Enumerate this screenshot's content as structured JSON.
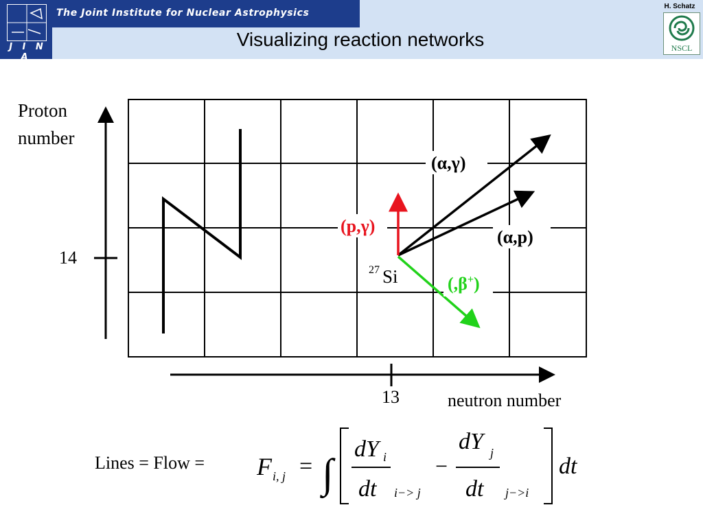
{
  "header": {
    "institute_name": "The Joint Institute for Nuclear Astrophysics",
    "jina_letters": "J I N A",
    "title": "Visualizing reaction networks",
    "author": "H. Schatz",
    "nscl_label": "NSCL",
    "colors": {
      "navy": "#1d3d8c",
      "band": "#d3e2f4",
      "nscl_green": "#1f7a4b"
    }
  },
  "diagram": {
    "y_axis_label_line1": "Proton",
    "y_axis_label_line2": "number",
    "x_axis_label": "neutron number",
    "y_tick": "14",
    "x_tick": "13",
    "nucleus_mass": "27",
    "nucleus_symbol": "Si",
    "reactions": {
      "alpha_gamma": {
        "label": "(α,γ)",
        "color": "#000000"
      },
      "alpha_p": {
        "label": "(α,p)",
        "color": "#000000"
      },
      "p_gamma": {
        "label": "(p,γ)",
        "color": "#e8141e"
      },
      "beta_plus_open": "(,",
      "beta_plus_beta": "β",
      "beta_plus_sup": "+",
      "beta_plus_close": ")",
      "beta_plus_color": "#21d21a"
    }
  },
  "formula": {
    "prefix": "Lines = Flow =",
    "F": "F",
    "F_sub": "i, j",
    "equals": "=",
    "integral": "∫",
    "dY": "dY",
    "Y_sub_i": "i",
    "Y_sub_j": "j",
    "dt": "dt",
    "cond_1": "i−> j",
    "cond_2": "j−>i",
    "minus": "−",
    "tail": "dt"
  }
}
